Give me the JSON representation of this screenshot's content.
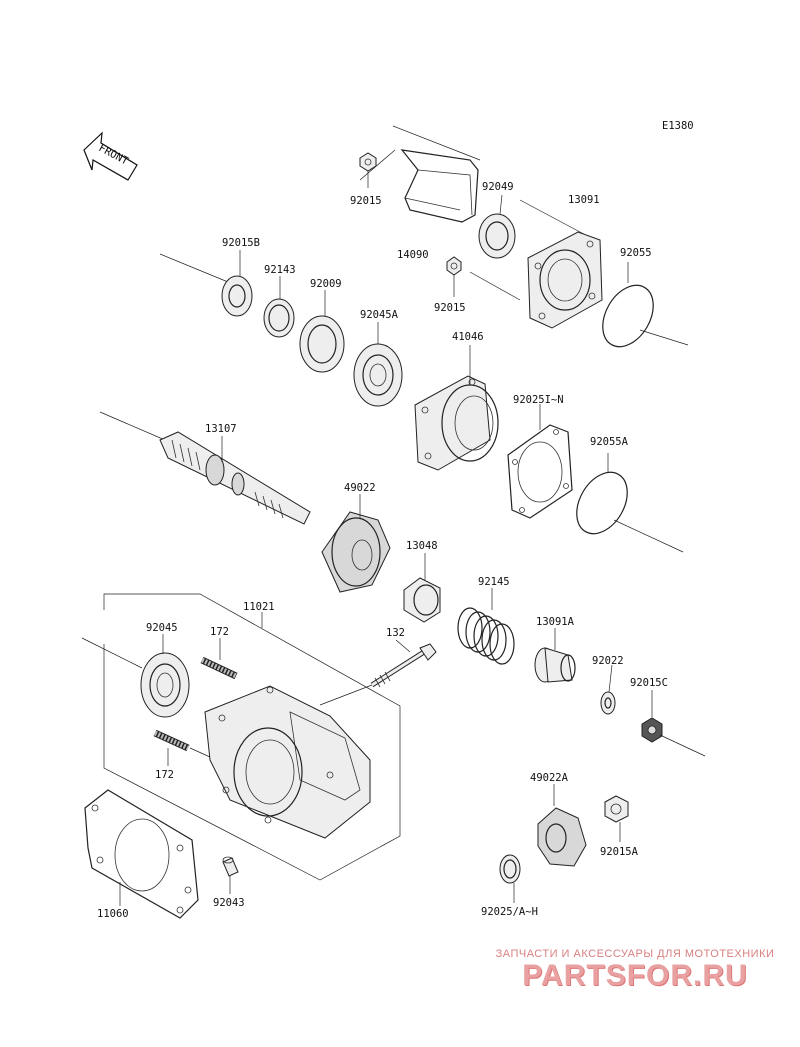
{
  "diagram_code": "E1380",
  "front_label": "FRONT",
  "watermark": {
    "caption": "ЗАПЧАСТИ И АКСЕССУАРЫ ДЛЯ МОТОТЕХНИКИ",
    "logo": "PARTSFOR.RU"
  },
  "labels": {
    "p92015_top": "92015",
    "p92049": "92049",
    "p13091": "13091",
    "p14090": "14090",
    "p92015_mid": "92015",
    "p92055": "92055",
    "p92015B": "92015B",
    "p92143": "92143",
    "p92009": "92009",
    "p92045A": "92045A",
    "p41046": "41046",
    "p92025": "92025I~N",
    "p92055A": "92055A",
    "p13107": "13107",
    "p49022": "49022",
    "p13048": "13048",
    "p92145": "92145",
    "p11021": "11021",
    "p132": "132",
    "p92045": "92045",
    "p172_top": "172",
    "p172_bot": "172",
    "p13091A": "13091A",
    "p92022": "92022",
    "p92015C": "92015C",
    "p49022A": "49022A",
    "p92015A": "92015A",
    "p11060": "11060",
    "p92043": "92043",
    "p92025A": "92025/A~H"
  }
}
